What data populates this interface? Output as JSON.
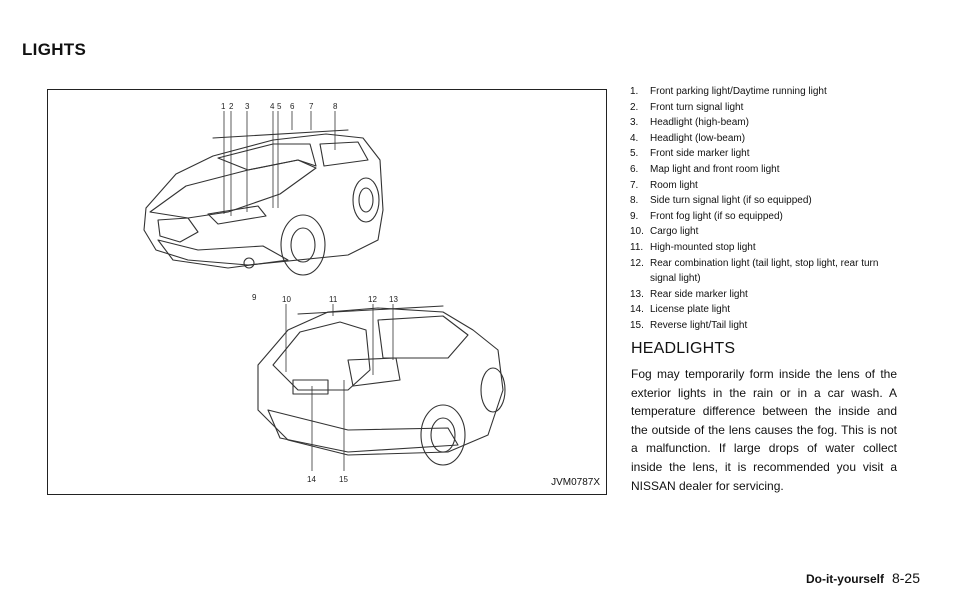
{
  "section_title": "LIGHTS",
  "figure": {
    "code": "JVM0787X",
    "callouts": [
      "1",
      "2",
      "3",
      "4",
      "5",
      "6",
      "7",
      "8",
      "9",
      "10",
      "11",
      "12",
      "13",
      "14",
      "15"
    ]
  },
  "parts": [
    {
      "num": "1.",
      "text": "Front parking light/Daytime running light"
    },
    {
      "num": "2.",
      "text": "Front turn signal light"
    },
    {
      "num": "3.",
      "text": "Headlight (high-beam)"
    },
    {
      "num": "4.",
      "text": "Headlight (low-beam)"
    },
    {
      "num": "5.",
      "text": "Front side marker light"
    },
    {
      "num": "6.",
      "text": "Map light and front room light"
    },
    {
      "num": "7.",
      "text": "Room light"
    },
    {
      "num": "8.",
      "text": "Side turn signal light (if so equipped)"
    },
    {
      "num": "9.",
      "text": "Front fog light (if so equipped)"
    },
    {
      "num": "10.",
      "text": "Cargo light"
    },
    {
      "num": "11.",
      "text": "High-mounted stop light"
    },
    {
      "num": "12.",
      "text": "Rear combination light (tail light, stop light, rear turn signal light)"
    },
    {
      "num": "13.",
      "text": "Rear side marker light"
    },
    {
      "num": "14.",
      "text": "License plate light"
    },
    {
      "num": "15.",
      "text": "Reverse light/Tail light"
    }
  ],
  "headlights": {
    "heading": "HEADLIGHTS",
    "body": "Fog may temporarily form inside the lens of the exterior lights in the rain or in a car wash. A temperature difference between the inside and the outside of the lens causes the fog. This is not a malfunction. If large drops of water collect inside the lens, it is recommended you visit a NISSAN dealer for servicing."
  },
  "footer": {
    "section": "Do-it-yourself",
    "page": "8-25"
  }
}
